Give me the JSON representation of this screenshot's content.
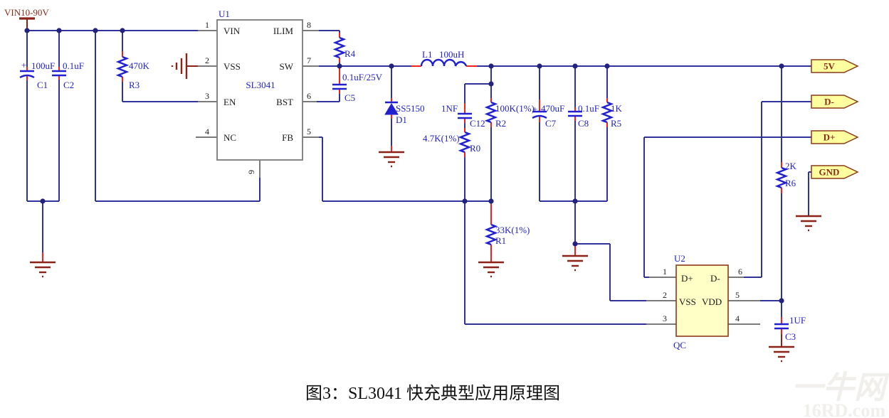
{
  "figure": {
    "caption": "图3：SL3041 快充典型应用原理图"
  },
  "watermark": {
    "brand": "一牛网",
    "site": "16RD.com"
  },
  "power_input": {
    "net": "VIN10-90V"
  },
  "ics": {
    "u1": {
      "ref": "U1",
      "part": "SL3041",
      "left_pins": [
        {
          "num": "1",
          "name": "VIN"
        },
        {
          "num": "2",
          "name": "VSS"
        },
        {
          "num": "3",
          "name": "EN"
        },
        {
          "num": "4",
          "name": "NC"
        }
      ],
      "right_pins": [
        {
          "num": "8",
          "name": "ILIM"
        },
        {
          "num": "7",
          "name": "SW"
        },
        {
          "num": "6",
          "name": "BST"
        },
        {
          "num": "5",
          "name": "FB"
        }
      ],
      "pad_pin": {
        "num": "9"
      }
    },
    "u2": {
      "ref": "U2",
      "subtitle": "QC",
      "left_pins": [
        {
          "num": "1",
          "name": "D+"
        },
        {
          "num": "2",
          "name": "VSS"
        },
        {
          "num": "3",
          "name": ""
        }
      ],
      "right_pins": [
        {
          "num": "6",
          "name": "D-"
        },
        {
          "num": "5",
          "name": "VDD"
        },
        {
          "num": "4",
          "name": ""
        }
      ]
    }
  },
  "components": {
    "C1": {
      "ref": "C1",
      "value": "100uF",
      "polarity": "+"
    },
    "C2": {
      "ref": "C2",
      "value": "0.1uF"
    },
    "R3": {
      "ref": "R3",
      "value": "470K"
    },
    "R4": {
      "ref": "R4",
      "value": ""
    },
    "C5": {
      "ref": "C5",
      "value": "0.1uF/25V"
    },
    "D1": {
      "ref": "D1",
      "value": "SS5150"
    },
    "L1": {
      "ref": "L1",
      "value": "100uH"
    },
    "C12": {
      "ref": "C12",
      "value": "1NF"
    },
    "R0": {
      "ref": "R0",
      "value": "4.7K(1%)"
    },
    "R2": {
      "ref": "R2",
      "value": "100K(1%)"
    },
    "R1": {
      "ref": "R1",
      "value": "33K(1%)"
    },
    "C7": {
      "ref": "C7",
      "value": "470uF",
      "polarity": "+"
    },
    "C8": {
      "ref": "C8",
      "value": "0.1uF"
    },
    "R5": {
      "ref": "R5",
      "value": "1K"
    },
    "R6": {
      "ref": "R6",
      "value": "2K"
    },
    "C3": {
      "ref": "C3",
      "value": "1UF"
    }
  },
  "connectors": [
    {
      "label": "5V"
    },
    {
      "label": "D-"
    },
    {
      "label": "D+"
    },
    {
      "label": "GND"
    }
  ],
  "colors": {
    "wire_blue": "#32329b",
    "symbol_blue": "#2020d0",
    "lead_red": "#f02020",
    "ground_maroon": "#8b2318",
    "ic_border_gray": "#7a7a7a",
    "u2_fill": "#ffffc6",
    "connector_fill": "#ffffa0",
    "label_blue": "#2222c8",
    "text_black": "#1a1a1a",
    "net_label_maroon": "#8b2a1a",
    "watermark_gray": "#f1efec"
  }
}
